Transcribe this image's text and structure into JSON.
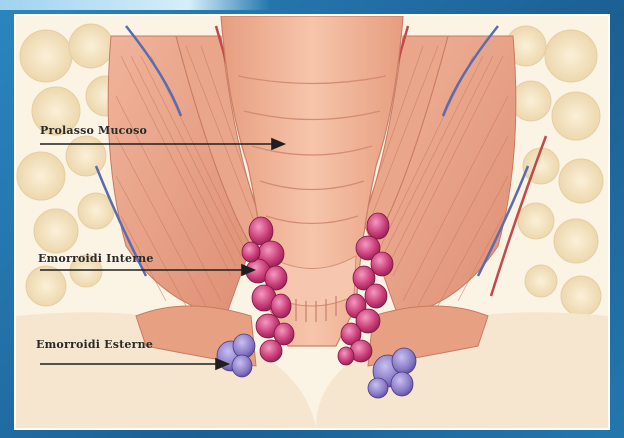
{
  "labels": {
    "prolasso": "Prolasso Mucoso",
    "interne": "Emorroidi Interne",
    "esterne": "Emorroidi Esterne"
  },
  "colors": {
    "frame": "#1f6fa3",
    "background": "#fbf3e4",
    "fat": "#f3e2bf",
    "muscle": "#e9a88c",
    "mucosa": "#f1b79f",
    "internal_hemorrhoid": "#c9437a",
    "external_hemorrhoid": "#8a7bc4",
    "vessel": "#5b6bb0"
  }
}
